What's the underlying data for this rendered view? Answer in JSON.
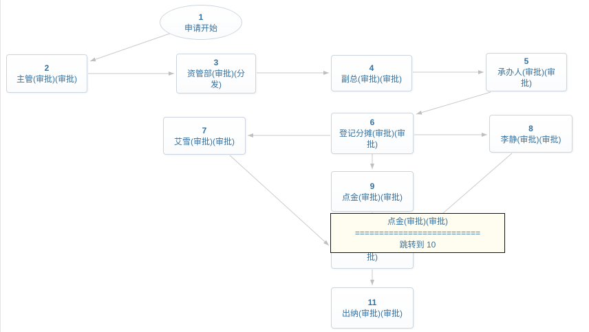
{
  "diagram": {
    "start_node": {
      "num": "1",
      "label": "申请开始"
    },
    "nodes": {
      "n2": {
        "num": "2",
        "label": "主管(审批)(审批)"
      },
      "n3": {
        "num": "3",
        "label": "资管部(审批)(分发)"
      },
      "n4": {
        "num": "4",
        "label": "副总(审批)(审批)"
      },
      "n5": {
        "num": "5",
        "label": "承办人(审批)(审批)"
      },
      "n6": {
        "num": "6",
        "label": "登记分摊(审批)(审批)"
      },
      "n7": {
        "num": "7",
        "label": "艾雪(审批)(审批)"
      },
      "n8": {
        "num": "8",
        "label": "李静(审批)(审批)"
      },
      "n9": {
        "num": "9",
        "label": "点金(审批)(审批)"
      },
      "n10_visible_fragment": "批)",
      "n11": {
        "num": "11",
        "label": "出纳(审批)(审批)"
      }
    },
    "tooltip": {
      "title": "点金(审批)(审批)",
      "separator": "==========================",
      "action": "跳转到 10"
    },
    "edges": [
      {
        "from": "1",
        "to": "2"
      },
      {
        "from": "2",
        "to": "3"
      },
      {
        "from": "3",
        "to": "4"
      },
      {
        "from": "4",
        "to": "5"
      },
      {
        "from": "5",
        "to": "6"
      },
      {
        "from": "6",
        "to": "7"
      },
      {
        "from": "6",
        "to": "8"
      },
      {
        "from": "6",
        "to": "9"
      },
      {
        "from": "9",
        "to": "10"
      },
      {
        "from": "7",
        "to": "10"
      },
      {
        "from": "8",
        "to": "10"
      },
      {
        "from": "10",
        "to": "11"
      }
    ],
    "colors": {
      "node_text": "#35719f",
      "node_border": "#ccd5dd",
      "connector": "#c9c9c9",
      "tooltip_bg": "#fffdf0",
      "tooltip_border": "#111111"
    }
  }
}
